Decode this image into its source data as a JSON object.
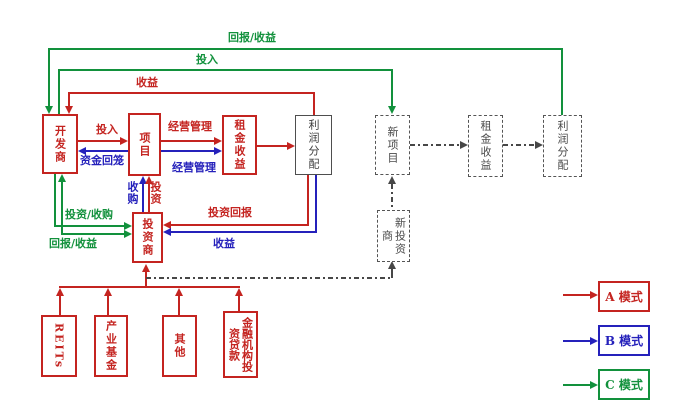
{
  "colors": {
    "red": "#c42420",
    "blue": "#2521bb",
    "green": "#12913c",
    "dark": "#474747"
  },
  "boxes": {
    "developer": "开发商",
    "project": "项目",
    "rental_income": "租金收益",
    "profit_distribution": "利润分配",
    "investor": "投资商",
    "new_project": "新项目",
    "new_rental_income": "租金收益",
    "new_profit_distribution": "利润分配",
    "new_investor": "新投资商",
    "reits": "REITs",
    "industry_fund": "产业基金",
    "other": "其他",
    "financial_institution_loans": "金融机构投资贷款"
  },
  "edge_labels": {
    "c_top_return": "回报/收益",
    "c_top_invest": "投入",
    "a_top_income": "收益",
    "a_invest": "投入",
    "b_capital_return": "资金回笼",
    "a_management": "经营管理",
    "b_management": "经营管理",
    "b_acquire": "收购",
    "a_invest_vertical": "投资",
    "a_invest_return": "投资回报",
    "b_income": "收益",
    "c_invest_acquire": "投资/收购",
    "c_return_income": "回报/收益"
  },
  "legend": [
    {
      "label": "A 模式",
      "color": "#c42420"
    },
    {
      "label": "B 模式",
      "color": "#2521bb"
    },
    {
      "label": "C 模式",
      "color": "#12913c"
    }
  ]
}
